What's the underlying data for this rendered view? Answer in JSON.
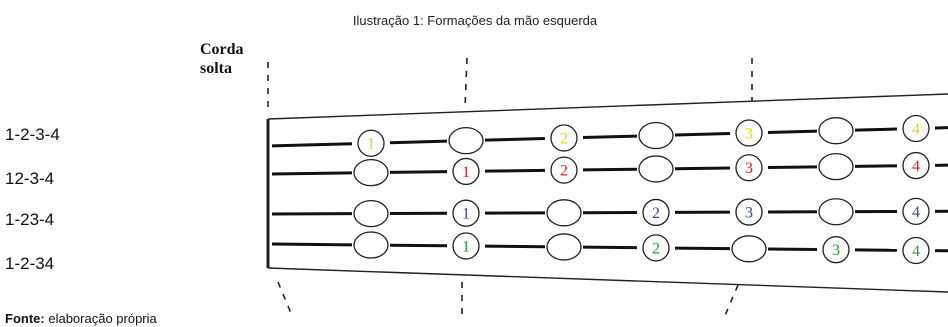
{
  "caption": "Ilustração 1: Formações da mão esquerda",
  "open_string": [
    "Corda",
    "solta"
  ],
  "rows": [
    {
      "label": "1-2-3-4",
      "markers": [
        {
          "text": "1",
          "color": "#e8d800"
        },
        null,
        {
          "text": "2",
          "color": "#e8d800"
        },
        null,
        {
          "text": "3",
          "color": "#e8d800"
        },
        null,
        {
          "text": "4",
          "color": "#e8d800"
        }
      ]
    },
    {
      "label": "12-3-4",
      "markers": [
        null,
        {
          "text": "1",
          "color": "#e02020"
        },
        {
          "text": "2",
          "color": "#e02020"
        },
        null,
        {
          "text": "3",
          "color": "#e02020"
        },
        null,
        {
          "text": "4",
          "color": "#e02020"
        }
      ]
    },
    {
      "label": "1-23-4",
      "markers": [
        null,
        {
          "text": "1",
          "color": "#3344aa"
        },
        null,
        {
          "text": "2",
          "color": "#3344aa"
        },
        {
          "text": "3",
          "color": "#3344aa"
        },
        null,
        {
          "text": "4",
          "color": "#3344aa"
        }
      ]
    },
    {
      "label": "1-2-34",
      "markers": [
        null,
        {
          "text": "1",
          "color": "#22a030"
        },
        null,
        {
          "text": "2",
          "color": "#22a030"
        },
        null,
        {
          "text": "3",
          "color": "#22a030"
        },
        {
          "text": "4",
          "color": "#22a030"
        }
      ]
    }
  ],
  "source_label": "Fonte:",
  "source_text": "elaboração própria"
}
